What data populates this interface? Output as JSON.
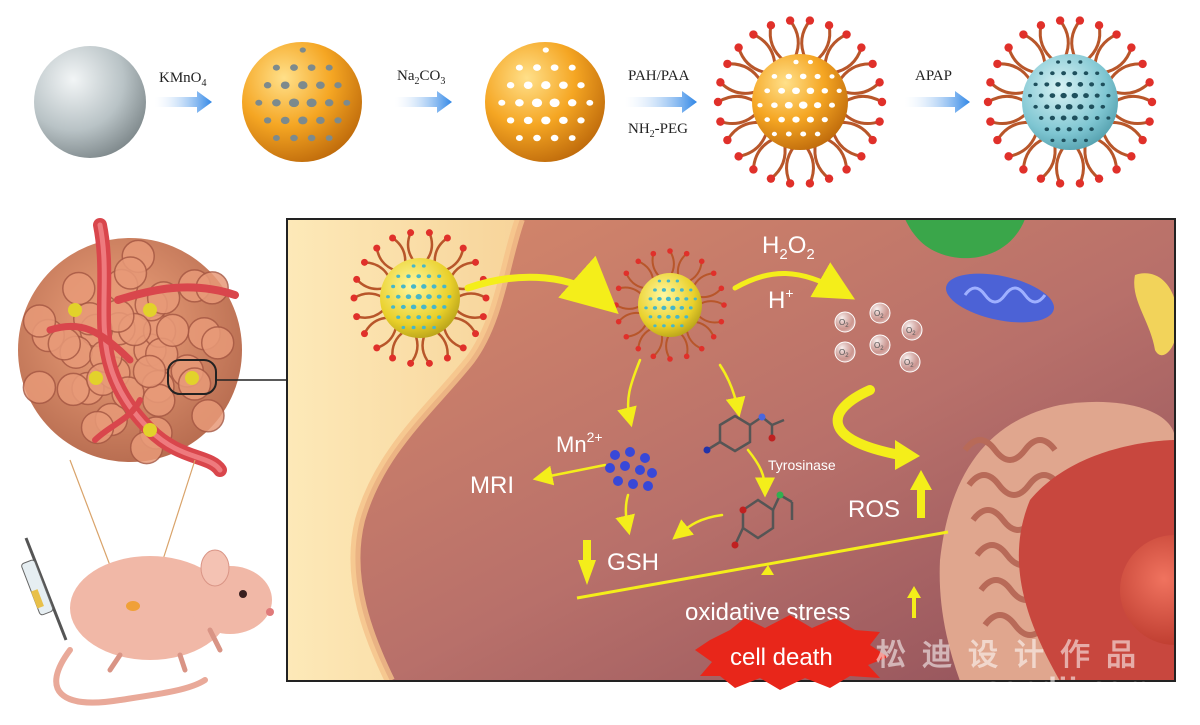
{
  "synthesis": {
    "step1": {
      "reagent": "KMnO",
      "sub": "4"
    },
    "step2": {
      "reagent": "Na",
      "sub1": "2",
      "mid": "CO",
      "sub2": "3"
    },
    "step3": {
      "top": "PAH/PAA",
      "bottom_pre": "NH",
      "bottom_sub": "2",
      "bottom_post": "-PEG"
    },
    "step4": {
      "reagent": "APAP"
    }
  },
  "mechanism": {
    "h2o2": {
      "h": "H",
      "sub1": "2",
      "o": "O",
      "sub2": "2"
    },
    "hplus": {
      "h": "H",
      "sup": "+"
    },
    "o2_label": {
      "o": "O",
      "sub": "2"
    },
    "mn": {
      "base": "Mn",
      "sup": "2+"
    },
    "mri": "MRI",
    "tyrosinase": "Tyrosinase",
    "gsh": "GSH",
    "ros": "ROS",
    "oxidative_stress": "oxidative stress",
    "cell_death": "cell death"
  },
  "watermark": {
    "cn": "松迪设计作品",
    "url": "www.sondii.com"
  },
  "colors": {
    "arrow_yellow": "#f4ee1a",
    "synthesis_arrow": "#3d8ee8",
    "particle_orange": "#f0a020",
    "cell_bg": "#c97b6a",
    "death_red": "#e8261a"
  }
}
